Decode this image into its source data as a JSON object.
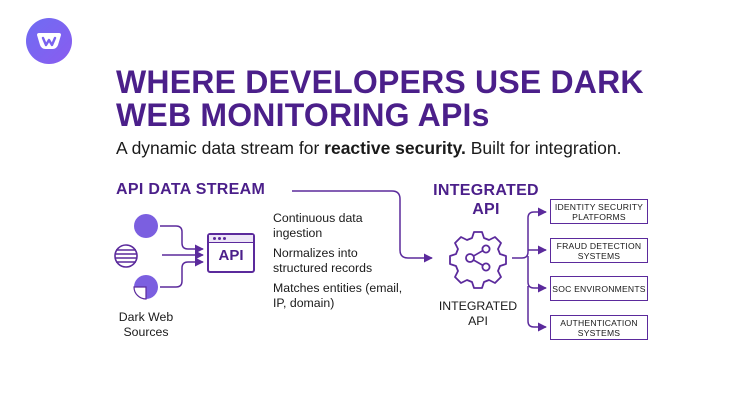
{
  "title": "WHERE DEVELOPERS USE DARK WEB MONITORING APIs",
  "subtitle": {
    "before": "A dynamic data stream for ",
    "bold": "reactive security.",
    "after": " Built for integration."
  },
  "stream": {
    "label": "API DATA STREAM",
    "api_box_label": "API",
    "sources_label": "Dark Web Sources",
    "features": [
      "Continuous data ingestion",
      "Normalizes into structured records",
      "Matches entities (email, IP, domain)"
    ]
  },
  "integrated": {
    "title": "INTEGRATED API",
    "caption": "INTEGRATED API",
    "targets": [
      "IDENTITY SECURITY PLATFORMS",
      "FRAUD DETECTION SYSTEMS",
      "SOC ENVIRONMENTS",
      "AUTHENTICATION SYSTEMS"
    ]
  },
  "colors": {
    "brand": "#4b1f8a",
    "accent": "#7b5fe0",
    "logo_gradient": [
      "#6f6cf2",
      "#8a5cf0"
    ]
  },
  "icons": [
    "brand-logo-icon",
    "circle-source-icon",
    "striped-globe-source-icon",
    "pie-source-icon",
    "window-api-icon",
    "gear-network-icon"
  ]
}
